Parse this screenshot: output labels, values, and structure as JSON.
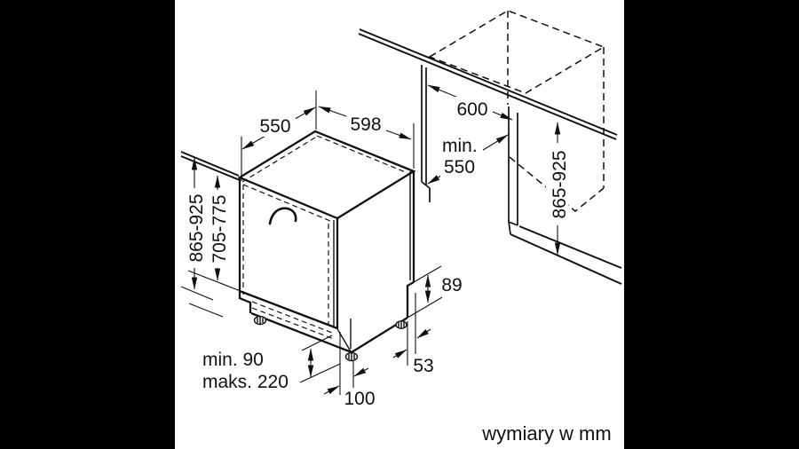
{
  "diagram": {
    "kind": "dishwasher installation drawing",
    "colors": {
      "matte": "#000000",
      "paper": "#ffffff",
      "ink": "#111111"
    },
    "footer": {
      "units_note": "wymiary w mm"
    },
    "dims": {
      "appliance_width": "550",
      "appliance_depth": "598",
      "niche_depth": "600",
      "niche_width_prefix": "min.",
      "niche_width_value": "550",
      "appliance_height": "865-925",
      "door_height": "705-775",
      "niche_height": "865-925",
      "rear_step_height": "89",
      "rear_foot_offset": "53",
      "front_foot_offset": "100",
      "plinth_min": "min. 90",
      "plinth_max": "maks. 220"
    }
  }
}
